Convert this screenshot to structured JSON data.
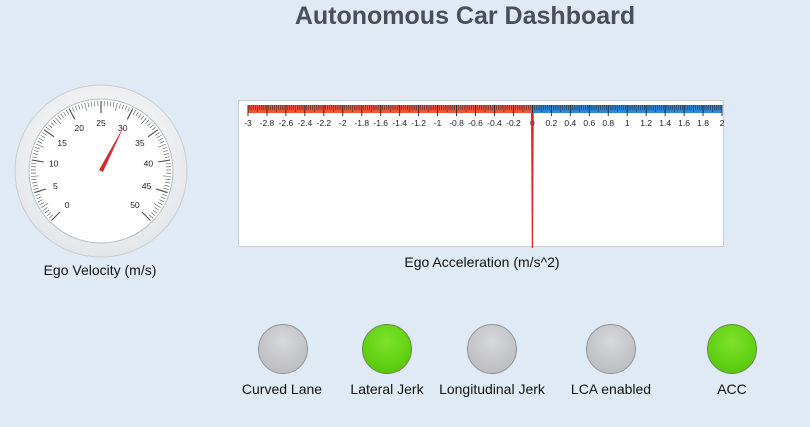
{
  "title": "Autonomous Car Dashboard",
  "velocity_gauge": {
    "label": "Ego Velocity (m/s)",
    "value": 30,
    "min": 0,
    "max": 50,
    "major_ticks": [
      "0",
      "5",
      "10",
      "15",
      "20",
      "25",
      "30",
      "35",
      "40",
      "45",
      "50"
    ],
    "needle_color": "#d9272e"
  },
  "acceleration_scale": {
    "label": "Ego Acceleration (m/s^2)",
    "value": 0,
    "min": -3,
    "max": 2,
    "tick_labels": [
      "-3",
      "-2.8",
      "-2.6",
      "-2.4",
      "-2.2",
      "-2",
      "-1.8",
      "-1.6",
      "-1.4",
      "-1.2",
      "-1",
      "-0.8",
      "-0.6",
      "-0.4",
      "-0.2",
      "0",
      "0.2",
      "0.4",
      "0.6",
      "0.8",
      "1",
      "1.2",
      "1.4",
      "1.6",
      "1.8",
      "2"
    ],
    "negative_color": "#f0543c",
    "positive_color": "#2e86d6",
    "needle_color": "#d9272e"
  },
  "lamps": [
    {
      "label": "Curved Lane",
      "state": "off"
    },
    {
      "label": "Lateral Jerk",
      "state": "on"
    },
    {
      "label": "Longitudinal Jerk",
      "state": "off"
    },
    {
      "label": "LCA enabled",
      "state": "off"
    },
    {
      "label": "ACC",
      "state": "on"
    }
  ],
  "colors": {
    "background": "#dfeaf4",
    "lamp_on": "#62d314",
    "lamp_off": "#c3c5c8"
  }
}
